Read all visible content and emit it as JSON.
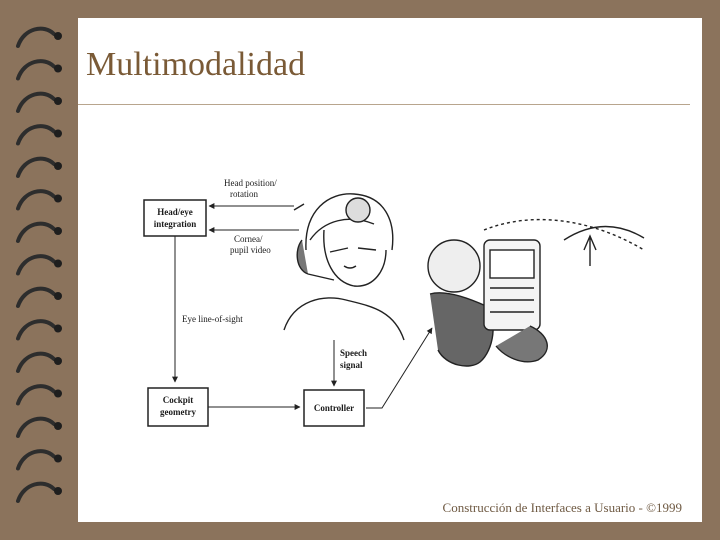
{
  "slide": {
    "title": "Multimodalidad",
    "footer": "Construcción de Interfaces a Usuario - ©1999"
  },
  "diagram": {
    "head_eye_box": [
      "Head/eye",
      "integration"
    ],
    "head_position_label": [
      "Head position/",
      "rotation"
    ],
    "cornea_label": [
      "Cornea/",
      "pupil video"
    ],
    "line_of_sight_label": "Eye line-of-sight",
    "speech_label": [
      "Speech",
      "signal"
    ],
    "cockpit_box": [
      "Cockpit",
      "geometry"
    ],
    "controller_box": "Controller"
  }
}
